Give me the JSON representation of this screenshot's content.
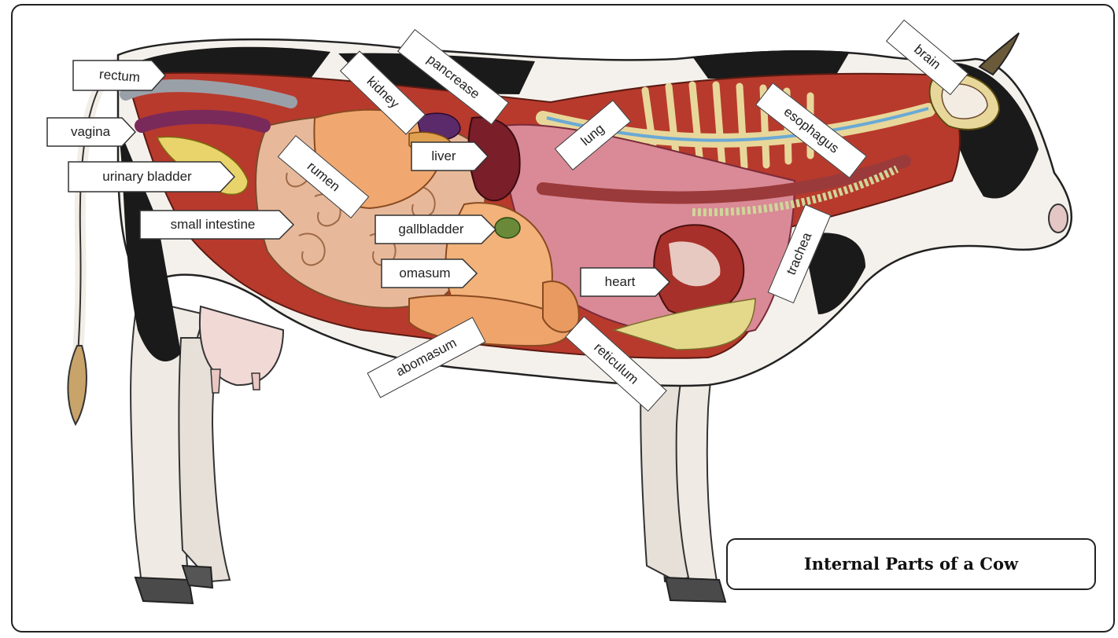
{
  "title": "Internal Parts of a Cow",
  "labels": {
    "rectum": "rectum",
    "vagina": "vagina",
    "urinary_bladder": "urinary bladder",
    "small_intestine": "small intestine",
    "kidney": "kidney",
    "pancrease": "pancrease",
    "rumen": "rumen",
    "liver": "liver",
    "gallbladder": "gallbladder",
    "omasum": "omasum",
    "abomasum": "abomasum",
    "lung": "lung",
    "heart": "heart",
    "reticulum": "reticulum",
    "esophagus": "esophagus",
    "trachea": "trachea",
    "brain": "brain"
  }
}
